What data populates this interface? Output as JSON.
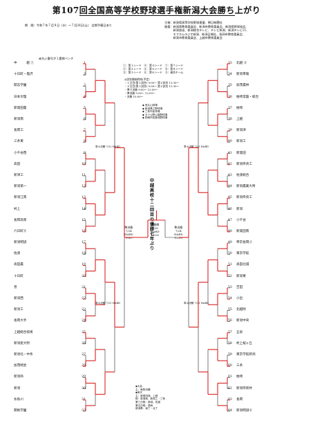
{
  "header": {
    "title": "第107回全国高等学校野球選手権新潟大会勝ち上がり",
    "period": "期　間：令和７年７月９日（水）～７月26日(土)　会期予備日あり",
    "organizers": [
      "主催：新潟県高等学校野球連盟、朝日新聞社",
      "後援：新潟県教育委員会、新潟市教育委員会、新潟県野球協会、",
      "　　　新潟放送、新潟総合テレビ、テレビ新潟、新潟テレビ21、",
      "　　　エフエムラジオ新潟、新潟日報社、長岡市教育委員会、",
      "　　　新潟市教育委員会、上越市教育委員会"
    ],
    "bench_note": "赤丸い番号が１塁側ベンチ"
  },
  "legend": [
    "①：第１シード　④：第４シード　⑦：第７シード",
    "②：第２シード　⑤：第５シード　⑧：第８シード",
    "③：第３シード　⑥：第６シード　⑨：連合チーム"
  ],
  "schedule": [
    "◎試合開始時刻(予定)",
    "・１日目(第１試合) 9:00～ 第２試合 11:30～",
    "・２日目(第１試合) 9:00～ 第２試合 11:30～",
    "・準々決勝 9:00～ 12:00～",
    "・準決勝 9:00～ 12:00～",
    "・決勝 10:00～"
  ],
  "notes": [
    "◆ 悠久山球場",
    "◆ 新潟県立野球場",
    "◆ 三条市民球場",
    "◆ 五十公野公園野球場",
    "◆ 柏崎市佐藤池野球場"
  ],
  "slogan": "中越高校十二回目の優勝七年ぶり",
  "final": {
    "left_semi": {
      "label": "準決勝",
      "date": "7/24",
      "venue": "HARD",
      "time": "9:00"
    },
    "right_semi": {
      "label": "準決勝",
      "date": "7/24",
      "venue": "HARD",
      "time": "12:00"
    },
    "final": {
      "label": "決勝戦",
      "date": "7/26",
      "venue": "HARD",
      "time": "10:00"
    }
  },
  "qf_labels": {
    "left_top": "準々決勝 7/22 HARD",
    "left_bottom": "準々決勝 7/21 HARD",
    "right_top": "準々決勝 7/22 HARD",
    "right_bottom": "準々決勝 7/21 HARD"
  },
  "left_teams": [
    {
      "no": "1",
      "name": "中　　　越 ①"
    },
    {
      "no": "2",
      "name": "十日町・塩沢"
    },
    {
      "no": "3",
      "name": "開志学園"
    },
    {
      "no": "4",
      "name": "日本文理"
    },
    {
      "no": "5",
      "name": "新発田農"
    },
    {
      "no": "6",
      "name": "新潟南"
    },
    {
      "no": "7",
      "name": "長岡工"
    },
    {
      "no": "8",
      "name": "三条東"
    },
    {
      "no": "9",
      "name": "小千谷西"
    },
    {
      "no": "10",
      "name": "高田"
    },
    {
      "no": "11",
      "name": "新津工"
    },
    {
      "no": "12",
      "name": "新潟第一"
    },
    {
      "no": "13",
      "name": "新潟江南"
    },
    {
      "no": "14",
      "name": "村上"
    },
    {
      "no": "15",
      "name": "長岡高専"
    },
    {
      "no": "16",
      "name": "六日町⑤"
    },
    {
      "no": "17",
      "name": "新潟明訓"
    },
    {
      "no": "18",
      "name": "佐渡"
    },
    {
      "no": "19",
      "name": "高田農"
    },
    {
      "no": "20",
      "name": "十日町"
    },
    {
      "no": "21",
      "name": "巻"
    },
    {
      "no": "22",
      "name": "新潟西"
    },
    {
      "no": "23",
      "name": "新潟工"
    },
    {
      "no": "24",
      "name": "長岡大手"
    },
    {
      "no": "25",
      "name": "上越総合技術"
    },
    {
      "no": "26",
      "name": "新潟産大附"
    },
    {
      "no": "27",
      "name": "新潟北・中条"
    },
    {
      "no": "28",
      "name": "加茂暁星"
    },
    {
      "no": "29",
      "name": "新潟商"
    },
    {
      "no": "30",
      "name": "新潟"
    },
    {
      "no": "31",
      "name": "糸魚川"
    },
    {
      "no": "32",
      "name": "関根学園"
    }
  ],
  "right_teams": [
    {
      "no": "33",
      "name": "北越 ②"
    },
    {
      "no": "34",
      "name": "新潟青陵"
    },
    {
      "no": "35",
      "name": "加茂農林"
    },
    {
      "no": "36",
      "name": "柏崎常盤・総合"
    },
    {
      "no": "37",
      "name": "柏崎"
    },
    {
      "no": "38",
      "name": "上越"
    },
    {
      "no": "39",
      "name": "新潟津"
    },
    {
      "no": "40",
      "name": "新潟工"
    },
    {
      "no": "41",
      "name": "新発田"
    },
    {
      "no": "42",
      "name": "新潟県央工"
    },
    {
      "no": "43",
      "name": "佐渡総合"
    },
    {
      "no": "44",
      "name": "新潟農業大附"
    },
    {
      "no": "45",
      "name": "新潟県央工"
    },
    {
      "no": "46",
      "name": "新潟"
    },
    {
      "no": "47",
      "name": "小千谷"
    },
    {
      "no": "48",
      "name": "新発田南"
    },
    {
      "no": "49",
      "name": "帝京長岡③"
    },
    {
      "no": "50",
      "name": "東京学館"
    },
    {
      "no": "51",
      "name": "高田北城"
    },
    {
      "no": "52",
      "name": "新潟東"
    },
    {
      "no": "53",
      "name": "吉田"
    },
    {
      "no": "54",
      "name": "小出"
    },
    {
      "no": "55",
      "name": "北越附"
    },
    {
      "no": "56",
      "name": "新潟中央"
    },
    {
      "no": "57",
      "name": "五泉"
    },
    {
      "no": "58",
      "name": "村上桜ヶ丘"
    },
    {
      "no": "59",
      "name": "東京学館新潟"
    },
    {
      "no": "60",
      "name": "三条"
    },
    {
      "no": "61",
      "name": "柏崎"
    },
    {
      "no": "62",
      "name": "新潟県新井"
    },
    {
      "no": "63",
      "name": "長岡"
    },
    {
      "no": "64",
      "name": "新潟明訓④"
    }
  ],
  "bottom_note": [
    "◆大会",
    "主：毎熱決勝",
    "◆雨天",
    "主：新発田商、上越",
    "総：新潟商、新潟工・三条",
    "第三日程：新潟、佐渡",
    "第五日程：長岡",
    "新潟県：南丁・北丁"
  ],
  "colors": {
    "winner_line": "#d81e1e",
    "bracket_line": "#222222"
  }
}
